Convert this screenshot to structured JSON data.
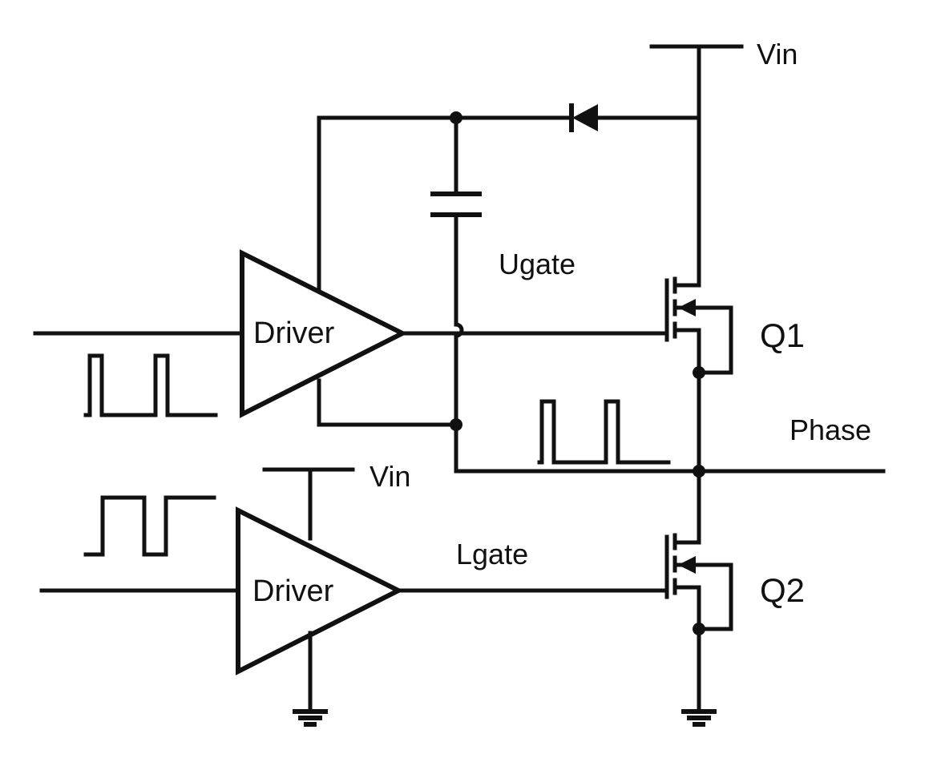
{
  "labels": {
    "vin_top": "Vin",
    "vin_low": "Vin",
    "ugate": "Ugate",
    "lgate": "Lgate",
    "phase": "Phase",
    "q1": "Q1",
    "q2": "Q2",
    "driver_upper": "Driver",
    "driver_lower": "Driver"
  },
  "components": {
    "supply": [
      "Vin",
      "Vin"
    ],
    "drivers": 2,
    "transistors": [
      "Q1",
      "Q2"
    ],
    "bootstrap_diode": 1,
    "bootstrap_capacitor": 1,
    "grounds": 2
  },
  "colors": {
    "ink": "#111111",
    "background": "#ffffff"
  }
}
